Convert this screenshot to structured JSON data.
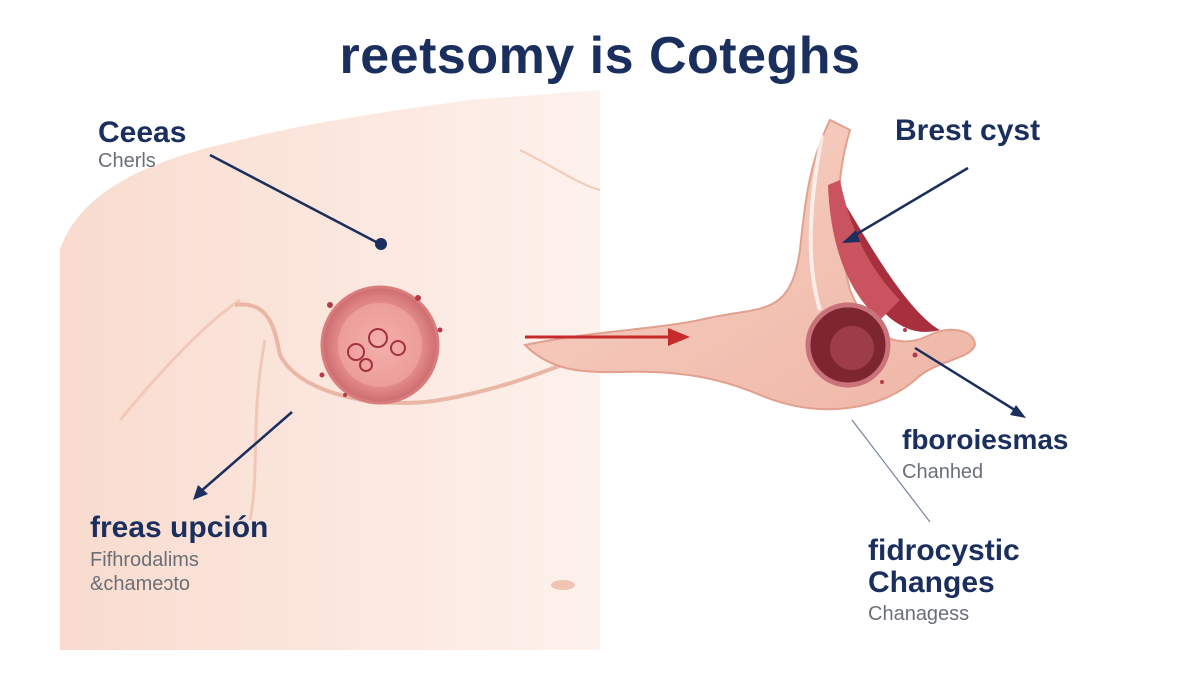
{
  "title": "reetsomy is Coteghs",
  "colors": {
    "navy": "#1b2f5e",
    "skin_light": "#fbe6dc",
    "skin_mid": "#f5cbbd",
    "tissue_red": "#b43a4a",
    "arrow_red": "#c62a2a",
    "sub_text": "#6b6f78"
  },
  "labels": {
    "ceeas": {
      "main": "Ceeas",
      "sub": "Cherls"
    },
    "freas": {
      "main": "freas upción",
      "sub_1": "Fifhrodalims",
      "sub_2": "&chameɔto"
    },
    "brest_cyst": {
      "main": "Brest cyst"
    },
    "fboroiesmas": {
      "main": "fboroiesmas",
      "sub": "Chanhed"
    },
    "fidrocystic": {
      "main_1": "fidrocystic",
      "main_2": "Changes",
      "sub": "Chanagess"
    }
  }
}
